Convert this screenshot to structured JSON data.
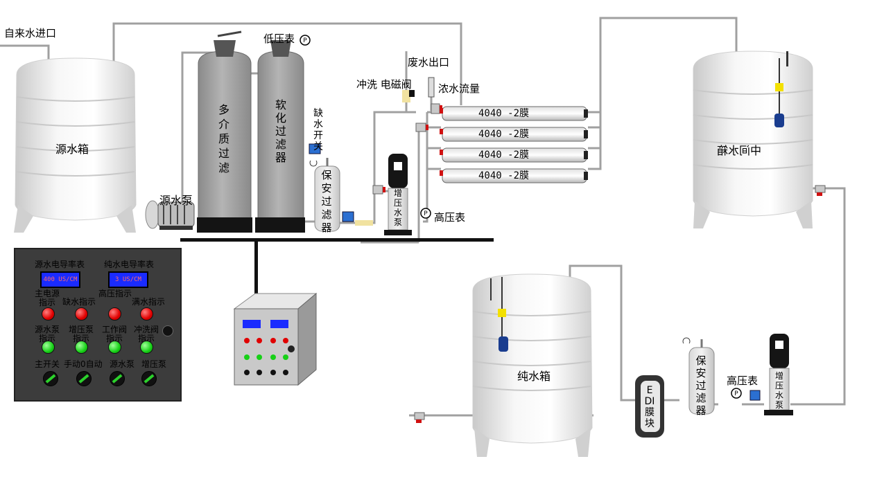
{
  "labels": {
    "tap_water_inlet": "自来水进口",
    "source_tank": "源水箱",
    "source_pump": "源水泵",
    "multimedia_filter": "多介质过滤",
    "softener_filter": "软化过滤器",
    "low_pressure_gauge": "低压表",
    "water_shortage_switch": "缺水开关",
    "security_filter_1": "保安过滤器",
    "booster_pump_1": "增压水泵",
    "high_pressure_gauge_1": "高压表",
    "flush_solenoid_valve": "冲洗 电磁阀",
    "waste_water_outlet": "废水出口",
    "concentrate_flow": "浓水流量",
    "membranes": [
      "4040 -2膜",
      "4040 -2膜",
      "4040 -2膜",
      "4040 -2膜"
    ],
    "intermediate_tank": "中间水箱",
    "pure_water_tank": "纯水箱",
    "edi_module": "EDI膜块",
    "security_filter_2": "保安过滤器",
    "high_pressure_gauge_2": "高压表",
    "booster_pump_2": "增压水泵",
    "gauge_symbol": "P"
  },
  "panel": {
    "meter_labels": [
      "源水电导率表",
      "纯水电导率表"
    ],
    "meter_values": [
      "400 US/CM",
      "3  US/CM"
    ],
    "row1": [
      "主电源指示",
      "缺水指示",
      "高压指示",
      "满水指示"
    ],
    "row2": [
      "源水泵指示",
      "增压泵指示",
      "工作阀指示",
      "冲洗阀指示"
    ],
    "row3": [
      "主开关",
      "手动0自动",
      "源水泵",
      "增压泵"
    ]
  },
  "colors": {
    "pipe": "#a0a0a0",
    "tank": "#e8e8e8",
    "filter": "#a6a6a6",
    "valve_red": "#d01010",
    "panel_bg": "#3c3c3c",
    "meter_bg": "#1a2bff",
    "lamp_red": "#e00000",
    "lamp_green": "#16d016"
  }
}
